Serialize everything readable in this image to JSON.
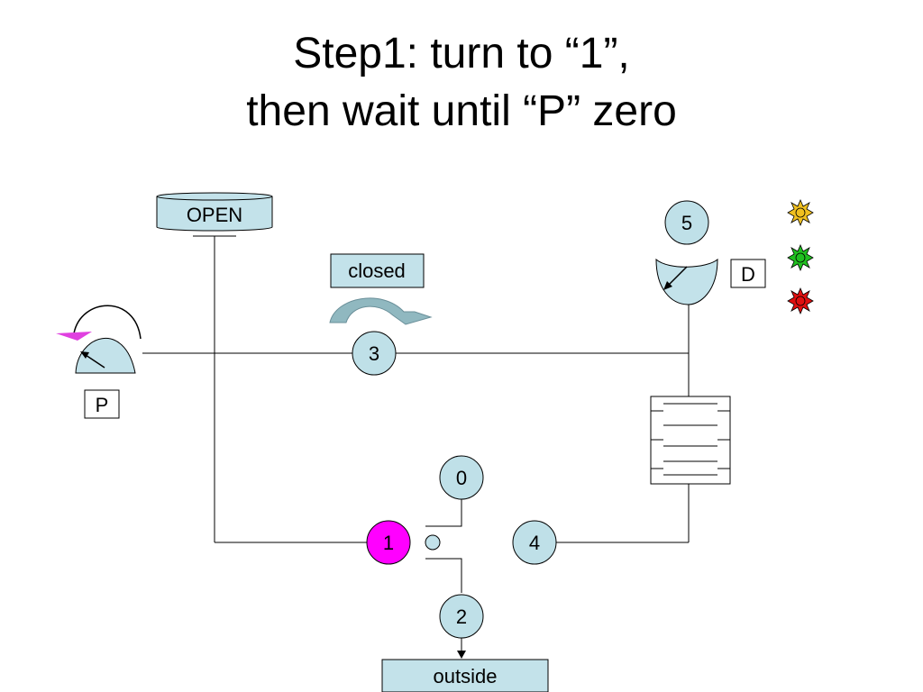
{
  "title": {
    "line1": "Step1: turn to “1”,",
    "line2": "then wait until “P” zero"
  },
  "labels": {
    "open": "OPEN",
    "closed": "closed",
    "p": "P",
    "d": "D",
    "outside": "outside"
  },
  "nodes": {
    "n0": "0",
    "n1": "1",
    "n2": "2",
    "n3": "3",
    "n4": "4",
    "n5": "5"
  },
  "colors": {
    "node_fill": "#bfe0e8",
    "active_node_fill": "#ff00ff",
    "gauge_fill": "#c3e2ea",
    "pointer_marker": "#e040e0",
    "indicator_yellow": "#f0c020",
    "indicator_green": "#20c020",
    "indicator_red": "#e01010",
    "arrow_fill": "#90b8c0"
  }
}
